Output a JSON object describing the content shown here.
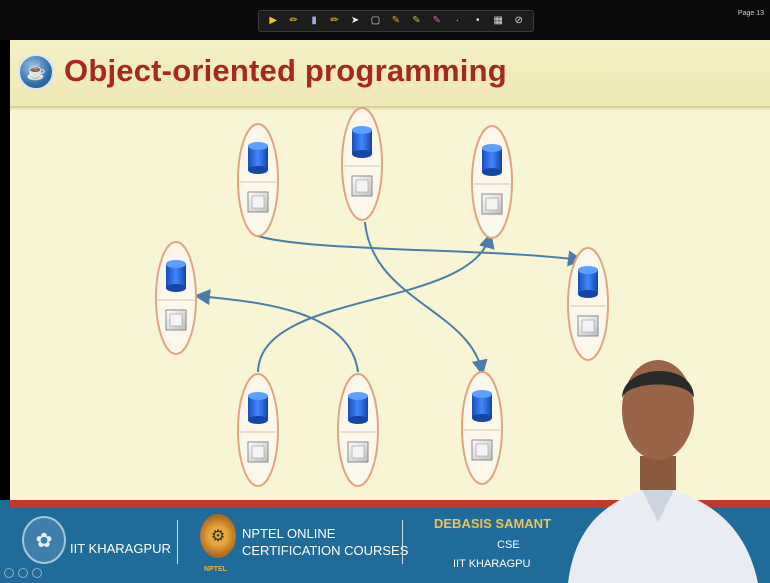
{
  "toolbar": {
    "tools": [
      "pointer-icon",
      "pen-icon",
      "highlighter-icon",
      "pen-icon",
      "pointer-icon",
      "eraser-icon",
      "pen-icon",
      "pen-icon",
      "pen-icon",
      "dot-icon",
      "dot-icon",
      "grid-icon",
      "clear-icon"
    ]
  },
  "page_number": "Page 13",
  "slide": {
    "title": "Object-oriented programming",
    "title_icon": "java-logo-icon",
    "objects": [
      {
        "name": "object-top-left"
      },
      {
        "name": "object-top-center"
      },
      {
        "name": "object-top-right"
      },
      {
        "name": "object-mid-left"
      },
      {
        "name": "object-mid-right"
      },
      {
        "name": "object-bottom-left"
      },
      {
        "name": "object-bottom-center"
      },
      {
        "name": "object-bottom-right"
      }
    ]
  },
  "footer": {
    "institute": "IIT KHARAGPUR",
    "course_line1": "NPTEL ONLINE",
    "course_line2": "CERTIFICATION COURSES",
    "nptel_small": "NPTEL",
    "presenter_name": "DEBASIS SAMANT",
    "presenter_dept": "CSE",
    "presenter_inst": "IIT KHARAGPU"
  },
  "colors": {
    "title": "#a6281f",
    "slide_bg": "#f8f5d5",
    "footer_bg": "#1f6b9a",
    "stripe": "#c0392b",
    "arrow": "#4a7ea8",
    "db_blue": "#1f5fd6",
    "oval_border": "#e0a680"
  }
}
